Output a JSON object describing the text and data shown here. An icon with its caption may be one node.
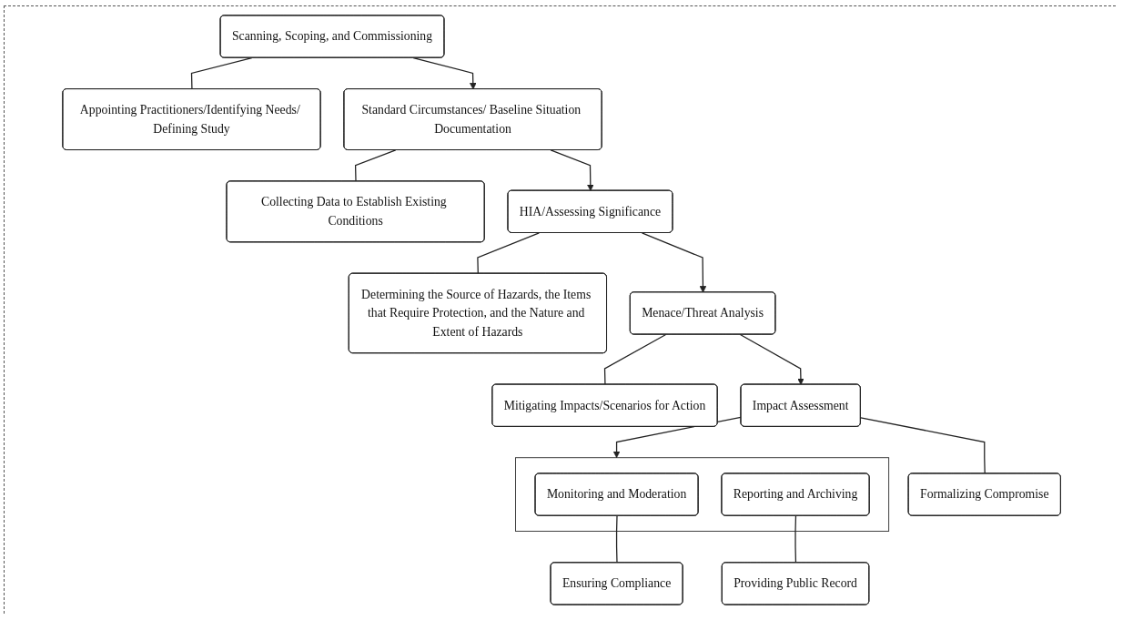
{
  "diagram": {
    "nodes": [
      {
        "text": [
          "Scanning, Scoping, and Commissioning"
        ]
      },
      {
        "text": [
          "Appointing Practitioners/Identifying Needs/ Defining Study"
        ]
      },
      {
        "text": [
          "Standard Circumstances/ Baseline Situation Documentation"
        ]
      },
      {
        "text": [
          "Collecting Data to Establish Existing Conditions"
        ]
      },
      {
        "text": [
          "HIA/Assessing Significance"
        ]
      },
      {
        "text": [
          "Determining the Source of Hazards, the Items that Require Protection, and the Nature and Extent of Hazards"
        ]
      },
      {
        "text": [
          "Menace/Threat Analysis"
        ]
      },
      {
        "text": [
          "Mitigating Impacts/Scenarios for Action"
        ]
      },
      {
        "text": [
          "Impact Assessment"
        ]
      },
      {
        "text": [
          "Formalizing Compromise"
        ]
      },
      {
        "text": [],
        "shape": "box"
      },
      {
        "text": [
          "Monitoring and Moderation"
        ],
        "in": 10
      },
      {
        "text": [
          "Ensuring Compliance"
        ]
      },
      {
        "text": [
          "Reporting and Archiving"
        ],
        "in": 10
      },
      {
        "text": [
          "Providing Public Record"
        ]
      }
    ],
    "edges": [
      {
        "from": 0,
        "to": 1,
        "arrow": "none"
      },
      {
        "from": 0,
        "to": 2,
        "arrow": "to"
      },
      {
        "from": 2,
        "to": 3,
        "arrow": "none"
      },
      {
        "from": 2,
        "to": 4,
        "arrow": "to"
      },
      {
        "from": 4,
        "to": 5,
        "arrow": "none"
      },
      {
        "from": 4,
        "to": 6,
        "arrow": "to"
      },
      {
        "from": 6,
        "to": 7,
        "arrow": "none"
      },
      {
        "from": 6,
        "to": 8,
        "arrow": "to"
      },
      {
        "from": 8,
        "to": 9,
        "arrow": "none"
      },
      {
        "from": 8,
        "to": 10,
        "arrow": "to"
      },
      {
        "from": 11,
        "to": 12,
        "arrow": "none"
      },
      {
        "from": 13,
        "to": 14,
        "arrow": "none"
      }
    ]
  }
}
